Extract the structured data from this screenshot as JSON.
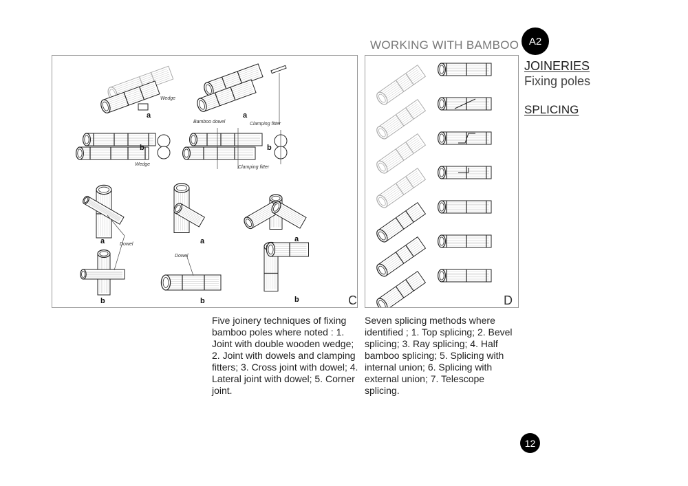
{
  "header": {
    "title": "WORKING WITH BAMBOO",
    "badge": "A2"
  },
  "sidebar": {
    "section1_title": "JOINERIES",
    "section1_sub": "Fixing poles",
    "section2_title": "SPLICING"
  },
  "figure_c": {
    "corner_label": "C",
    "labels": {
      "wedge": "Wedge",
      "clamping_fitter": "Clamping fitter",
      "bamboo_dowel": "Bamboo dowel",
      "dowel": "Dowel",
      "a": "a",
      "b": "b"
    },
    "caption": "Five joinery techniques of fixing bamboo poles where noted : 1. Joint with double wooden wedge; 2. Joint with dowels and clamping fitters; 3. Cross joint with dowel; 4. Lateral joint with dowel; 5. Corner joint."
  },
  "figure_d": {
    "corner_label": "D",
    "caption": "Seven splicing methods where identified ; 1. Top splicing; 2. Bevel splicing; 3. Ray splicing; 4. Half bamboo splicing; 5. Splicing with internal union; 6. Splicing with external union; 7. Telescope splicing."
  },
  "page_number": "12"
}
